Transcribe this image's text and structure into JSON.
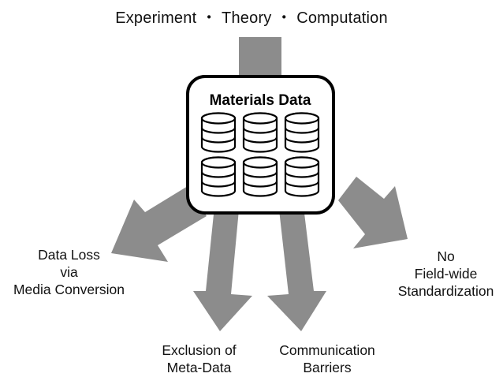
{
  "header": {
    "title": "Experiment ・ Theory ・ Computation"
  },
  "center": {
    "title": "Materials Data",
    "database_icon_count": 6
  },
  "outputs": {
    "data_loss": [
      "Data Loss",
      "via",
      "Media Conversion"
    ],
    "exclusion": [
      "Exclusion of",
      "Meta-Data"
    ],
    "communication": [
      "Communication",
      "Barriers"
    ],
    "standardization": [
      "No",
      "Field-wide",
      "Standardization"
    ]
  },
  "colors": {
    "arrow": "#8c8c8c",
    "box_border": "#000000",
    "box_fill": "#ffffff",
    "icon_stroke": "#000000"
  }
}
